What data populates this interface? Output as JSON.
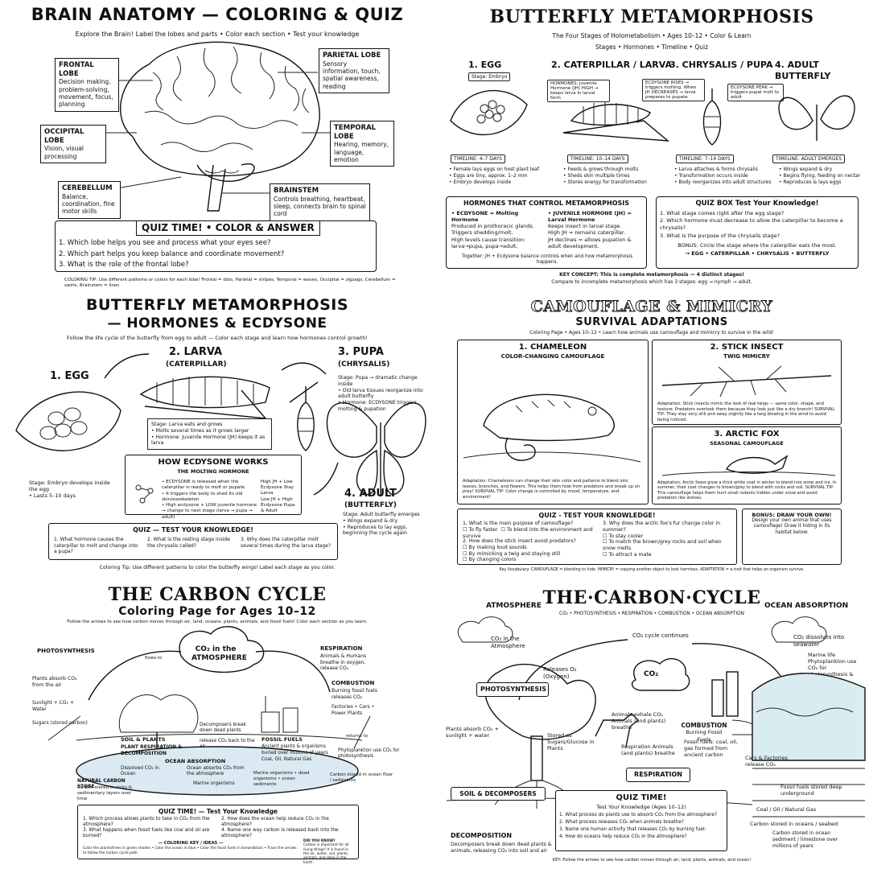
{
  "brain": {
    "title": "BRAIN ANATOMY — COLORING & QUIZ",
    "subtitle": "Explore the Brain! Label the lobes and parts • Color each section • Test your knowledge",
    "labels": [
      {
        "name": "FRONTAL LOBE",
        "desc": "Decision making, problem-solving, movement, focus, planning"
      },
      {
        "name": "PARIETAL LOBE",
        "desc": "Sensory information, touch, spatial awareness, reading"
      },
      {
        "name": "OCCIPITAL LOBE",
        "desc": "Vision, visual processing"
      },
      {
        "name": "TEMPORAL LOBE",
        "desc": "Hearing, memory, language, emotion"
      },
      {
        "name": "CEREBELLUM",
        "desc": "Balance, coordination, fine motor skills"
      },
      {
        "name": "BRAINSTEM",
        "desc": "Controls breathing, heartbeat, sleep, connects brain to spinal cord"
      }
    ],
    "quiz_title": "QUIZ TIME! • COLOR & ANSWER",
    "questions": [
      "1. Which lobe helps you see and process what your eyes see?",
      "2. Which part helps you keep balance and coordinate movement?",
      "3. What is the role of the frontal lobe?"
    ],
    "tip": "COLORING TIP: Use different patterns or colors for each lobe! Frontal = dots, Parietal = stripes, Temporal = waves, Occipital = zigzags, Cerebellum = swirls, Brainstem = lines"
  },
  "butterfly1": {
    "title": "BUTTERFLY METAMORPHOSIS",
    "subtitle": "The Four Stages of Holometabolism • Ages 10–12 • Color & Learn",
    "nav": "Stages • Hormones • Timeline • Quiz",
    "stages": [
      {
        "name": "1. EGG",
        "note": "Stage: Embryo",
        "timeline": "TIMELINE: 4–7 DAYS",
        "bullets": [
          "Female lays eggs on host plant leaf",
          "Eggs are tiny, approx. 1–2 mm",
          "Embryo develops inside"
        ]
      },
      {
        "name": "2. CATERPILLAR / LARVA",
        "note": "HORMONES: Juvenile Hormone (JH) HIGH → keeps larva in larval form",
        "timeline": "TIMELINE: 10–14 DAYS",
        "bullets": [
          "Feeds & grows through molts",
          "Sheds skin multiple times",
          "Stores energy for transformation"
        ]
      },
      {
        "name": "3. CHRYSALIS / PUPA",
        "note": "ECDYSONE RISES → triggers molting. When JH DECREASES → larva prepares to pupate",
        "timeline": "TIMELINE: 7–14 DAYS",
        "bullets": [
          "Larva attaches & forms chrysalis",
          "Transformation occurs inside",
          "Body reorganizes into adult structures"
        ]
      },
      {
        "name": "4. ADULT BUTTERFLY",
        "note": "ECDYSONE PEAK → triggers pupal molt to adult",
        "timeline": "TIMELINE: ADULT EMERGES",
        "bullets": [
          "Wings expand & dry",
          "Begins flying, feeding on nectar",
          "Reproduces & lays eggs"
        ]
      }
    ],
    "hormones_title": "HORMONES THAT CONTROL METAMORPHOSIS",
    "ecdysone": "• ECDYSONE = Molting Hormone",
    "ecdysone_points": [
      "Produced in prothoracic glands.",
      "Triggers shedding/molt.",
      "High levels cause transition: larva→pupa, pupa→adult."
    ],
    "jh": "• JUVENILE HORMONE (JH) = Larval Hormone",
    "jh_points": [
      "Keeps insect in larval stage.",
      "High JH = remains caterpillar.",
      "JH declines = allows pupation & adult development."
    ],
    "together": "Together: JH + Ecdysone balance controls when and how metamorphosis happens.",
    "quiz_title": "QUIZ BOX  Test Your Knowledge!",
    "questions": [
      "1. What stage comes right after the egg stage?",
      "2. Which hormone must decrease to allow the caterpillar to become a chrysalis?",
      "3. What is the purpose of the chrysalis stage?"
    ],
    "bonus": "BONUS: Circle the stage where the caterpillar eats the most.",
    "bonus_options": "→ EGG   •   CATERPILLAR   •   CHRYSALIS   •   BUTTERFLY",
    "concept": "KEY CONCEPT: This is complete metamorphosis — 4 distinct stages!",
    "compare": "Compare to incomplete metamorphosis which has 3 stages: egg → nymph → adult."
  },
  "butterfly2": {
    "title": "BUTTERFLY METAMORPHOSIS",
    "title2": "— HORMONES & ECDYSONE",
    "subtitle": "Follow the life cycle of the butterfly from egg to adult — Color each stage and learn how hormones control growth!",
    "egg": "1. EGG",
    "egg_note": "Stage: Embryo develops inside the egg",
    "egg_days": "• Lasts 5–10 days",
    "larva": "2. LARVA",
    "larva_sub": "(CATERPILLAR)",
    "larva_note": [
      "Stage: Larva eats and grows",
      "• Molts several times as it grows larger",
      "• Hormone: Juvenile Hormone (JH) keeps it as larva"
    ],
    "pupa": "3. PUPA",
    "pupa_sub": "(CHRYSALIS)",
    "pupa_note": [
      "Stage: Pupa → dramatic change inside",
      "• Old larva tissues reorganize into adult butterfly",
      "• Hormone: ECDYSONE triggers molting & pupation"
    ],
    "how_title": "HOW ECDYSONE WORKS",
    "how_sub": "THE MOLTING HORMONE",
    "how_points": [
      "ECDYSONE is released when the caterpillar is ready to molt or pupate",
      "It triggers the body to shed its old skin/exoskeleton",
      "High ecdysone + LOW juvenile hormone → change to next stage (larva → pupa → adult)"
    ],
    "high_jh": "High JH + Low Ecdysone Stay Larva",
    "low_jh": "Low JH + High Ecdysone Pupa & Adult",
    "adult": "4. ADULT",
    "adult_sub": "(BUTTERFLY)",
    "adult_note": [
      "Stage: Adult butterfly emerges",
      "• Wings expand & dry",
      "• Reproduces to lay eggs, beginning the cycle again"
    ],
    "quiz_title": "QUIZ — TEST YOUR KNOWLEDGE!",
    "questions": [
      "1. What hormone causes the caterpillar to molt and change into a pupa?",
      "2. What is the resting stage inside the chrysalis called?",
      "3. Why does the caterpillar molt several times during the larva stage?"
    ],
    "tip": "Coloring Tip: Use different patterns to color the butterfly wings! Label each stage as you color."
  },
  "camo": {
    "title": "CAMOUFLAGE & MIMICRY",
    "title2": "SURVIVAL ADAPTATIONS",
    "subtitle": "Coloring Page • Ages 10–12 • Learn how animals use camouflage and mimicry to survive in the wild!",
    "chameleon": "1. CHAMELEON",
    "chameleon_sub": "COLOR-CHANGING CAMOUFLAGE",
    "chameleon_note": "Adaptation: Chameleons can change their skin color and patterns to blend into leaves, branches, and flowers. This helps them hide from predators and sneak up on prey! SURVIVAL TIP: Color change is controlled by mood, temperature, and environment!",
    "stick": "2. STICK INSECT",
    "stick_sub": "TWIG MIMICRY",
    "stick_note": "Adaptation: Stick insects mimic the look of real twigs — same color, shape, and texture. Predators overlook them because they look just like a dry branch! SURVIVAL TIP: They stay very still and sway slightly like a twig blowing in the wind to avoid being noticed.",
    "fox": "3. ARCTIC FOX",
    "fox_sub": "SEASONAL CAMOUFLAGE",
    "fox_note": "Adaptation: Arctic foxes grow a thick white coat in winter to blend into snow and ice. In summer, their coat changes to brown/grey to blend with rocks and soil. SURVIVAL TIP: This camouflage helps them hunt small rodents hidden under snow and avoid predators like wolves.",
    "quiz_title": "QUIZ - TEST YOUR KNOWLEDGE!",
    "q1": "1. What is the main purpose of camouflage?",
    "q1_opts": [
      "To fly faster",
      "To blend into the environment and survive"
    ],
    "q2": "2. How does the stick insect avoid predators?",
    "q2_opts": [
      "By making loud sounds",
      "By mimicking a twig and staying still",
      "By changing colors"
    ],
    "q3": "3. Why does the arctic fox's fur change color in summer?",
    "q3_opts": [
      "To stay cooler",
      "To match the brown/grey rocks and soil when snow melts",
      "To attract a mate"
    ],
    "bonus_title": "BONUS: DRAW YOUR OWN!",
    "bonus_text": "Design your own animal that uses camouflage! Draw it hiding in its habitat below:",
    "vocab": "Key Vocabulary: CAMOUFLAGE = blending to hide. MIMICRY = copying another object to look harmless. ADAPTATION = a trait that helps an organism survive."
  },
  "carbon1": {
    "title": "THE CARBON CYCLE",
    "title2": "Coloring Page for Ages 10–12",
    "subtitle": "Follow the arrows to see how carbon moves through air, land, oceans, plants, animals, and fossil fuels! Color each section as you learn.",
    "atmosphere": "CO₂ in the ATMOSPHERE",
    "labels": [
      "PHOTOSYNTHESIS",
      "Plants absorb CO₂ from the air",
      "Sunlight + CO₂ + Water",
      "Sugars (stored carbon)",
      "RESPIRATION",
      "Animals & Humans breathe in oxygen, release CO₂",
      "COMBUSTION",
      "Burning fossil fuels releases CO₂",
      "Factories • Cars • Power Plants",
      "SOIL & PLANTS",
      "PLANT RESPIRATION & DECOMPOSITION",
      "Decomposers break down dead plants",
      "release CO₂ back to the air",
      "FOSSIL FUELS",
      "Ancient plants & organisms",
      "buried over millions of years",
      "Coal, Oil, Natural Gas",
      "OCEAN ABSORPTION",
      "Dissolved CO₂ in Ocean",
      "Ocean absorbs CO₂ from the atmosphere",
      "Marine organisms",
      "Marine organisms • dead organisms • ocean sediments",
      "Phytoplankton use CO₂ for photosynthesis",
      "NATURAL CARBON STORE",
      "Carbon stored in rocks & sedimentary layers over time",
      "Carbon stored in ocean floor / sediments",
      "flows to",
      "returns to"
    ],
    "quiz_title": "QUIZ TIME! — Test Your Knowledge",
    "questions": [
      "1. Which process allows plants to take in CO₂ from the atmosphere?",
      "2. How does the ocean help reduce CO₂ in the atmosphere?",
      "3. What happens when fossil fuels like coal and oil are burned?",
      "4. Name one way carbon is released back into the atmosphere?"
    ],
    "key": "— COLORING KEY / IDEAS —",
    "key_text": "Color the plants/trees in green shades • Color the ocean in blue • Color the fossil fuels in brown/black • Trace the arrows to follow the carbon cycle path",
    "did": "DID YOU KNOW?",
    "did_text": "Carbon is important for all living things! It is found in the air, water, soil, plants, animals, and deep in the Earth."
  },
  "carbon2": {
    "title": "THE·CARBON·CYCLE",
    "subtitle": "CO₂ • PHOTOSYNTHESIS • RESPIRATION • COMBUSTION • OCEAN ABSORPTION",
    "atmosphere": "ATMOSPHERE",
    "atm_note": "CO₂ in the Atmosphere",
    "ocean": "OCEAN ABSORPTION",
    "ocean_note": "CO₂ dissolves into seawater",
    "marine": "Marine life Phytoplankton use CO₂ for photosynthesis & skeletons",
    "cycle": "CO₂ cycle continues",
    "photo": "PHOTOSYNTHESIS",
    "photo_note": "Plants absorb CO₂ + sunlight + water",
    "releases": "Releases O₂ (Oxygen)",
    "stored": "Stored as Sugars/Glucose in Plants",
    "animals": "Animals exhale CO₂ Animals (and plants) breathe",
    "combustion": "COMBUSTION",
    "combustion_sub": "Burning Fossil Fuels",
    "fossil": "Fossil fuels: coal, oil, gas formed from ancient carbon",
    "cars": "Cars & Factories release CO₂",
    "respiration": "RESPIRATION",
    "resp_note": "Respiration Animals (and plants) breathe",
    "soil": "SOIL & DECOMPOSERS",
    "decomp": "DECOMPOSITION",
    "decomp_note": "Decomposers break down dead plants & animals, releasing CO₂ into soil and air",
    "fossil_stored": "Fossil fuels stored deep underground",
    "coal": "Coal / Oil / Natural Gas",
    "ocean_store": "Carbon stored in oceans / seabed",
    "limestone": "Carbon stored in ocean sediment / limestone over millions of years",
    "quiz_title": "QUIZ TIME!",
    "quiz_sub": "Test Your Knowledge (Ages 10–12)",
    "questions": [
      "1. What process do plants use to absorb CO₂ from the atmosphere?",
      "2. What process releases CO₂ when animals breathe?",
      "3. Name one human activity that releases CO₂ by burning fuel:",
      "4. How do oceans help reduce CO₂ in the atmosphere?"
    ],
    "key": "KEY: Follow the arrows to see how carbon moves through air, land, plants, animals, and ocean!",
    "co2": "CO₂"
  }
}
